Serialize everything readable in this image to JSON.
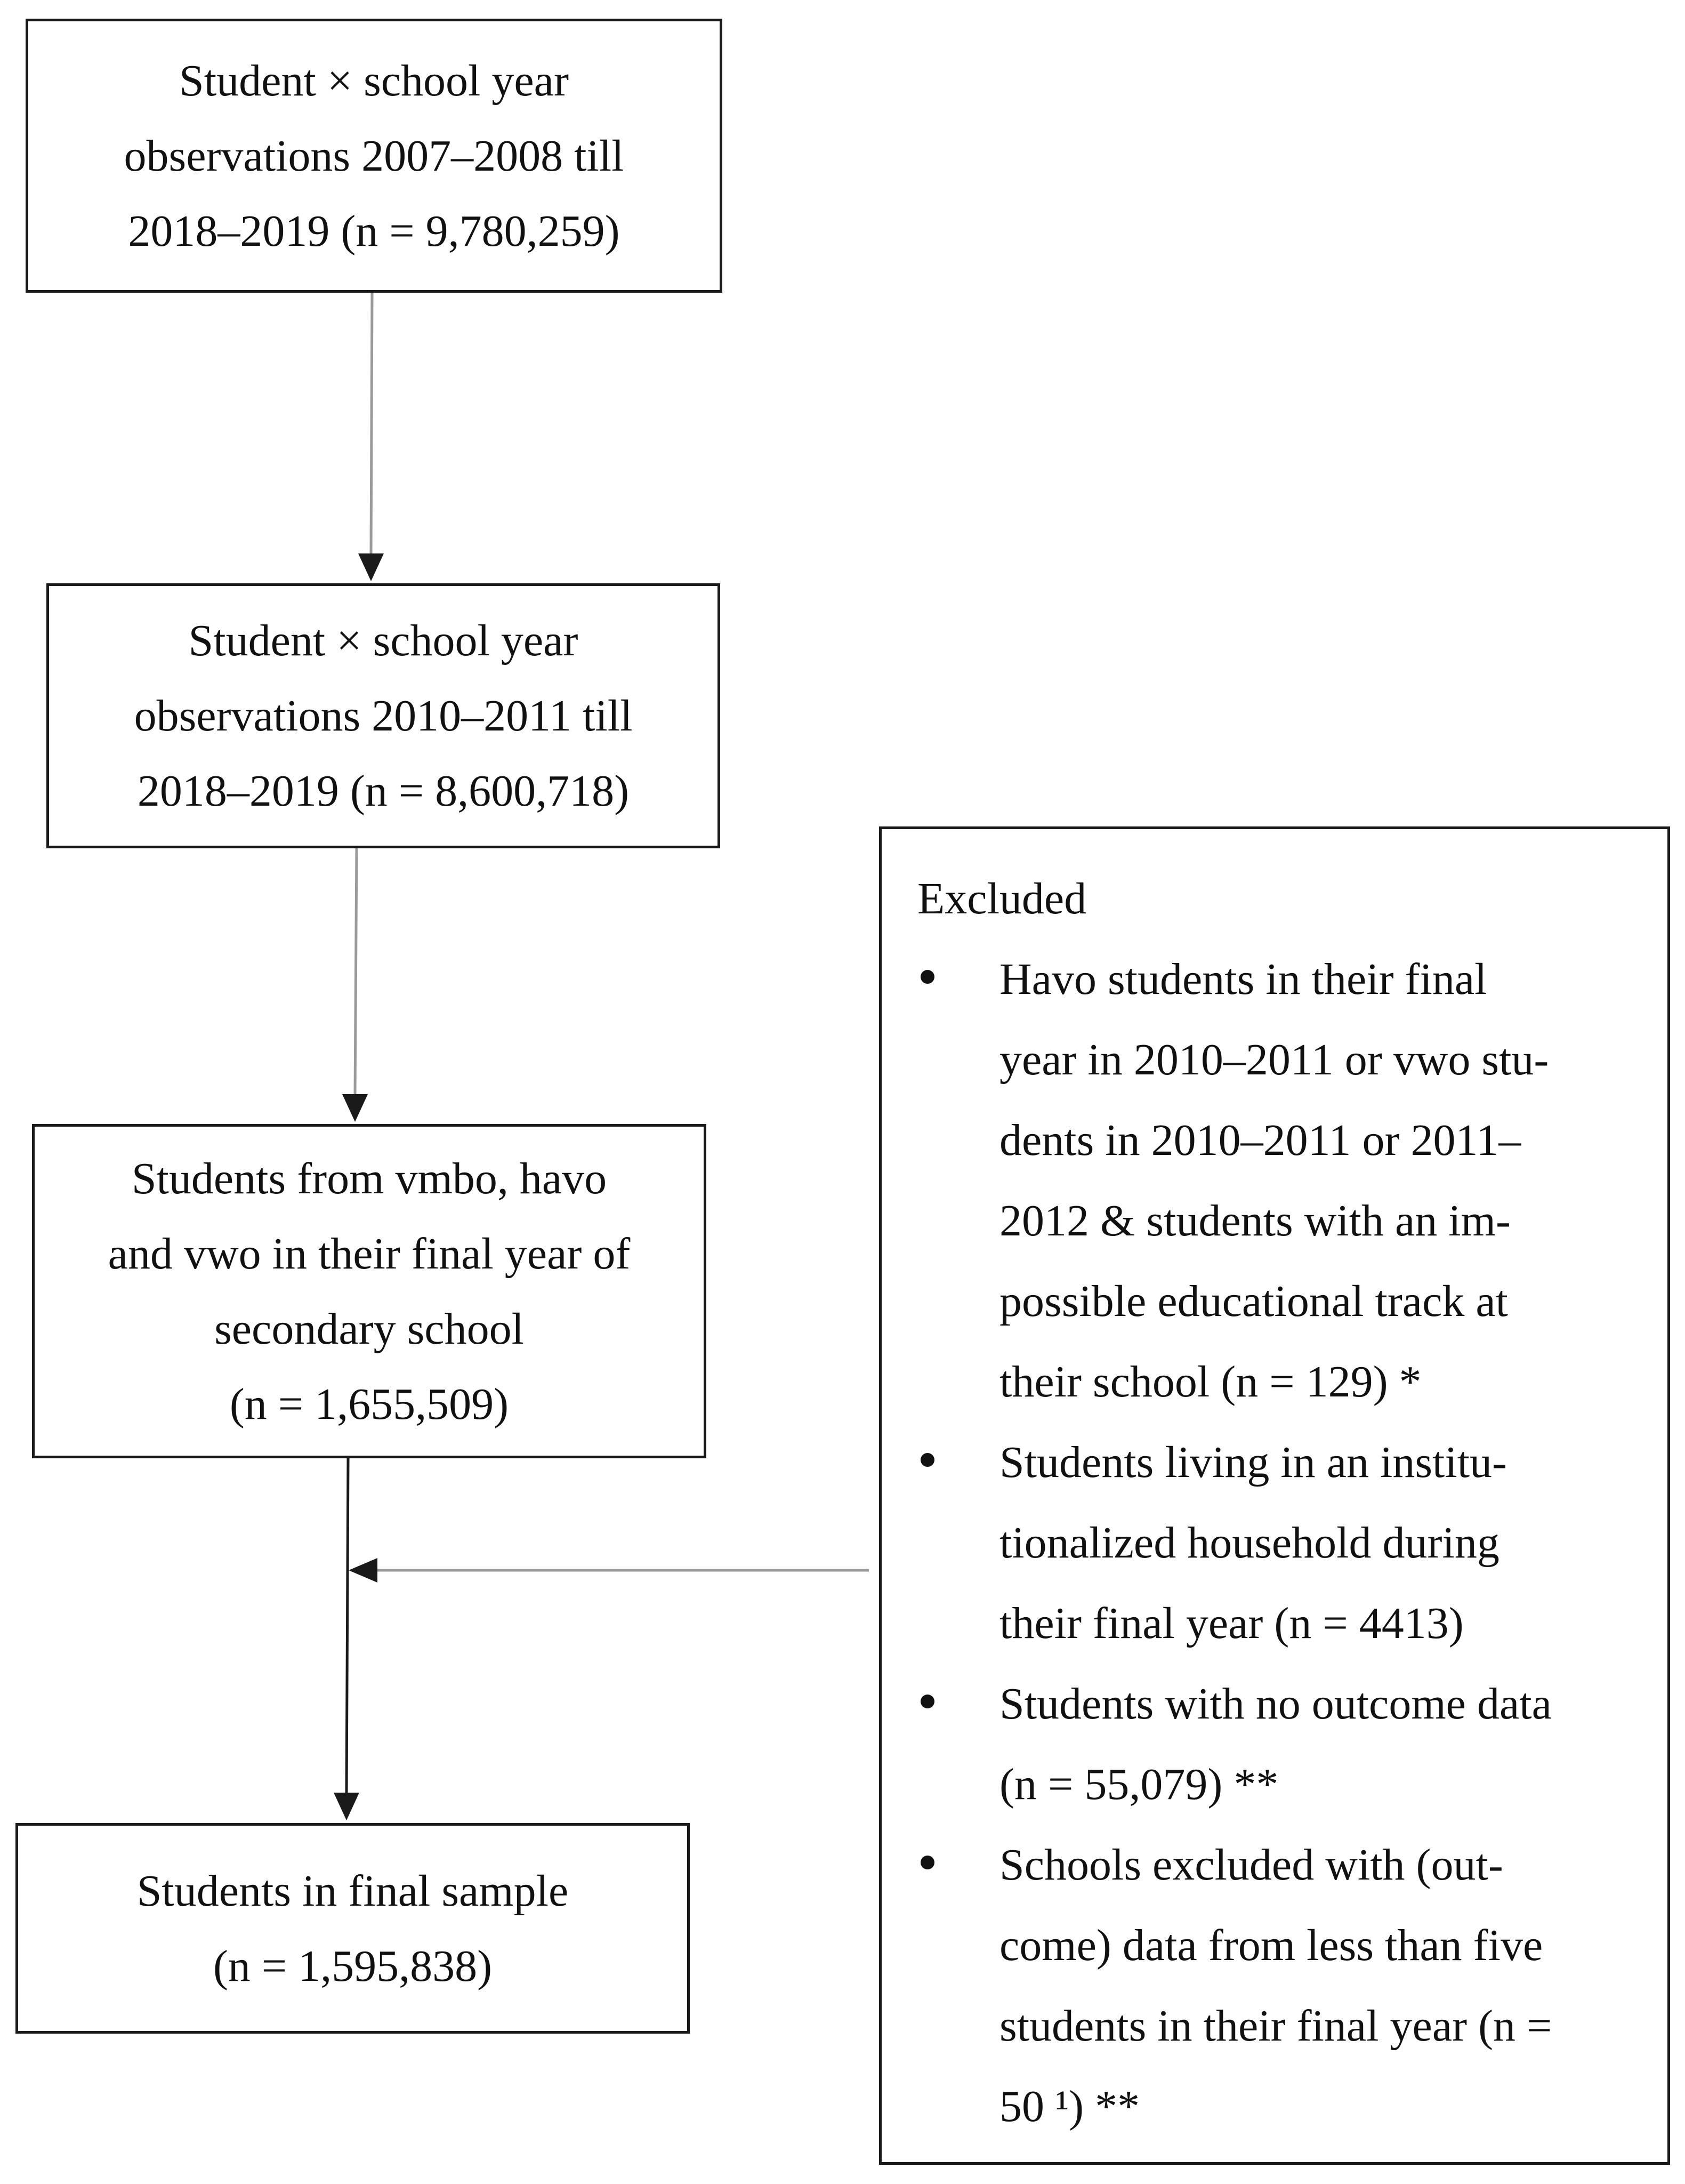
{
  "flow_boxes": [
    {
      "lines": [
        "Student × school year",
        "observations 2007–2008 till",
        "2018–2019 (n = 9,780,259)"
      ]
    },
    {
      "lines": [
        "Student × school year",
        "observations 2010–2011 till",
        "2018–2019 (n = 8,600,718)"
      ]
    },
    {
      "lines": [
        "Students from vmbo, havo",
        "and vwo in their final year of",
        "secondary school",
        "(n = 1,655,509)"
      ]
    },
    {
      "lines": [
        "Students in final sample",
        "(n = 1,595,838)"
      ]
    }
  ],
  "excluded": {
    "title": "Excluded",
    "items": [
      {
        "lines": [
          "Havo students in their final",
          "year in 2010–2011 or vwo stu-",
          "dents in 2010–2011 or 2011–",
          "2012 & students with an im-",
          "possible educational track at",
          "their school (n = 129) *"
        ]
      },
      {
        "lines": [
          "Students living in an institu-",
          "tionalized household during",
          "their final year (n = 4413)"
        ]
      },
      {
        "lines": [
          "Students with no outcome data",
          "(n = 55,079) **"
        ]
      },
      {
        "lines": [
          "Schools excluded with (out-",
          "come) data from less than five",
          "students in their final year (n =",
          "50 ¹) **"
        ]
      }
    ]
  },
  "colors": {
    "box_border": "#1a1a1a",
    "arrow_main": "#1a1a1a",
    "arrow_grey": "#9a9a9a"
  }
}
